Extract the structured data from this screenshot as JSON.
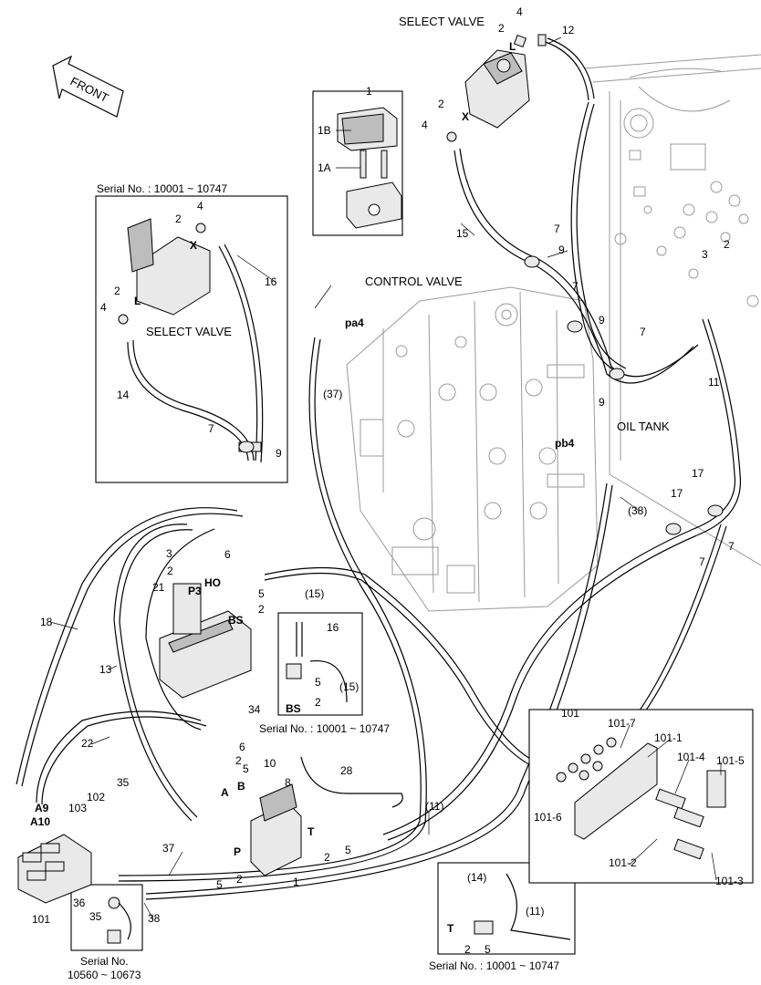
{
  "titles": {
    "select_valve_top": "SELECT VALVE",
    "select_valve_inset": "SELECT VALVE",
    "control_valve": "CONTROL VALVE",
    "oil_tank": "OIL TANK",
    "front": "FRONT"
  },
  "serials": {
    "inset_left": "Serial No. : 10001 ~ 10747",
    "inset_mid": "Serial No. : 10001 ~ 10747",
    "inset_bottom_right": "Serial No. : 10001 ~ 10747",
    "inset_bottom_left_line1": "Serial No.",
    "inset_bottom_left_line2": "10560 ~ 10673"
  },
  "ports": {
    "pa4": "pa4",
    "pb4": "pb4",
    "X": "X",
    "L": "L",
    "P3": "P3",
    "HO": "HO",
    "BS": "BS",
    "A": "A",
    "B": "B",
    "P": "P",
    "T": "T",
    "A9": "A9",
    "A10": "A10"
  },
  "callouts": {
    "c1": "1",
    "c1B": "1B",
    "c1A": "1A",
    "c2": "2",
    "c3": "3",
    "c4": "4",
    "c5": "5",
    "c6": "6",
    "c7": "7",
    "c8": "8",
    "c9": "9",
    "c10": "10",
    "c11": "11",
    "c11p": "(11)",
    "c12": "12",
    "c13": "13",
    "c14": "14",
    "c14p": "(14)",
    "c15": "15",
    "c15p": "(15)",
    "c16": "16",
    "c17": "17",
    "c18": "18",
    "c21": "21",
    "c22": "22",
    "c28": "28",
    "c34": "34",
    "c35": "35",
    "c36": "36",
    "c37": "37",
    "c37p": "(37)",
    "c38": "38",
    "c38p": "(38)",
    "c101": "101",
    "c101_1": "101-1",
    "c101_2": "101-2",
    "c101_3": "101-3",
    "c101_4": "101-4",
    "c101_5": "101-5",
    "c101_6": "101-6",
    "c101_7": "101-7",
    "c102": "102",
    "c103": "103"
  },
  "colors": {
    "line": "#000000",
    "fill": "#e9e9e9",
    "dark": "#bdbdbd",
    "ghost": "#9a9a9a"
  }
}
